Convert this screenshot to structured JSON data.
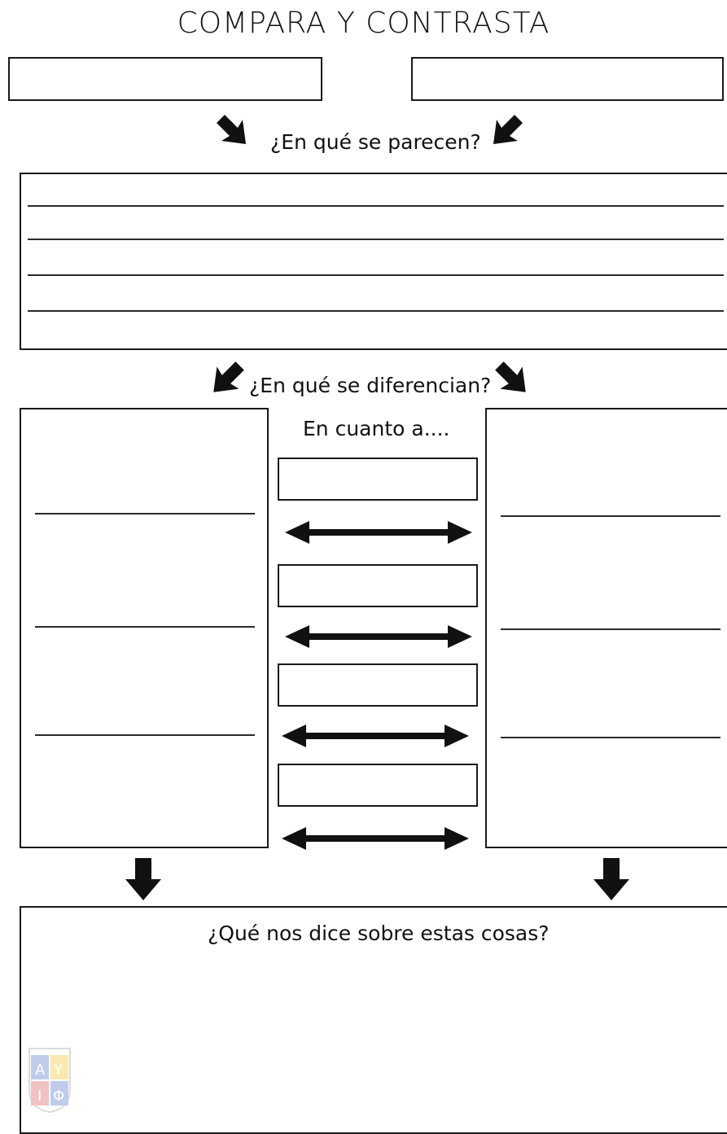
{
  "worksheet": {
    "title": "COMPARA Y CONTRASTA",
    "similarities_question": "¿En qué se parecen?",
    "differences_question": "¿En qué se diferencian?",
    "regarding_label": "En cuanto a....",
    "conclusion_question": "¿Qué nos dice sobre estas cosas?"
  },
  "colors": {
    "ink": "#111111",
    "paper": "#ffffff",
    "logo_blue": "#4a6fc9",
    "logo_red": "#d9534f",
    "logo_gold": "#f0c020"
  },
  "icons": [
    "arrow-down-right-icon",
    "arrow-down-left-icon",
    "double-arrow-icon",
    "arrow-down-icon",
    "logo"
  ],
  "logo": {
    "letters": "A Y I Φ"
  }
}
